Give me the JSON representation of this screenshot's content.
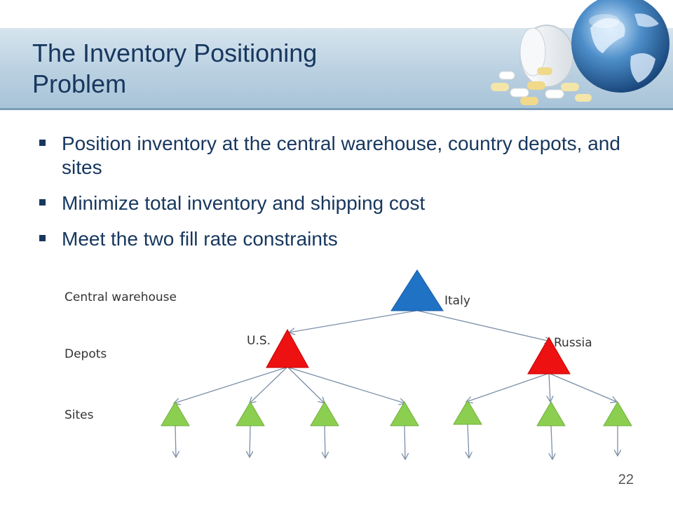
{
  "slide": {
    "title_line1": "The Inventory Positioning",
    "title_line2": "Problem",
    "page_number": "22"
  },
  "bullets": [
    "Position inventory at the central warehouse, country depots, and sites",
    "Minimize total inventory and shipping cost",
    "Meet the two fill rate constraints"
  ],
  "diagram": {
    "levels": {
      "central": "Central warehouse",
      "depots": "Depots",
      "sites": "Sites"
    },
    "nodes": {
      "central": "Italy",
      "depot_left": "U.S.",
      "depot_right": "Russia"
    },
    "colors": {
      "central": "#1f72c4",
      "depot": "#ee1111",
      "site": "#8ccf50",
      "edge": "#7c8fa8"
    }
  }
}
